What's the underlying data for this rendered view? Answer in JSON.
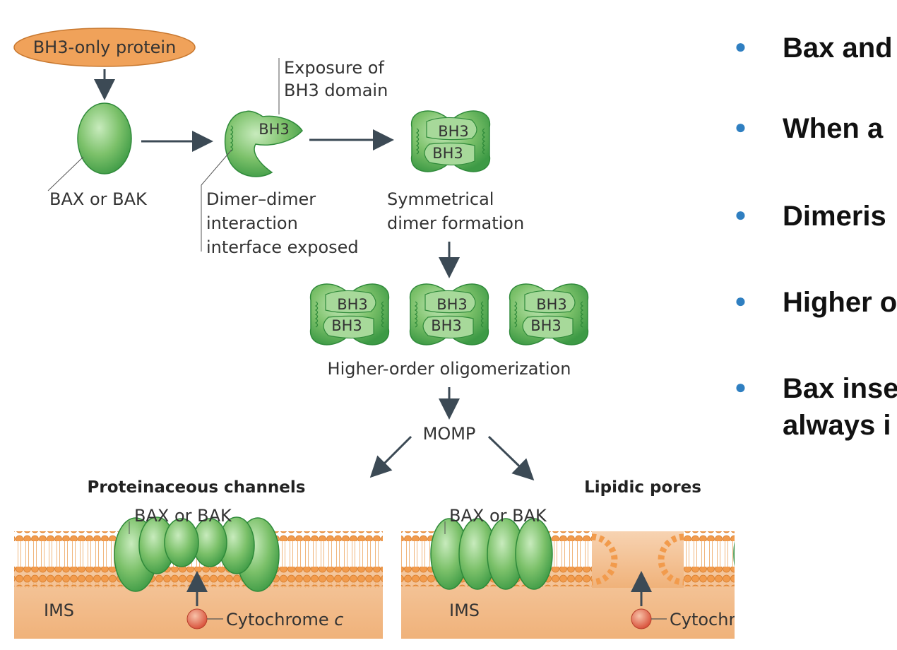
{
  "diagram": {
    "bh3_only_protein": "BH3-only protein",
    "bax_or_bak": "BAX or BAK",
    "exposure_line1": "Exposure of",
    "exposure_line2": "BH3 domain",
    "bh3": "BH3",
    "dimer_interface_line1": "Dimer–dimer",
    "dimer_interface_line2": "interaction",
    "dimer_interface_line3": "interface exposed",
    "symmetrical_line1": "Symmetrical",
    "symmetrical_line2": "dimer formation",
    "higher_order": "Higher-order oligomerization",
    "momp": "MOMP",
    "proteinaceous_channels": "Proteinaceous channels",
    "lipidic_pores": "Lipidic pores",
    "ims": "IMS",
    "cytochrome": "Cytochrome ",
    "cytochrome_c": "c"
  },
  "bullets": [
    "Bax and",
    "When a",
    "Dimeris",
    "Higher o",
    "Bax inse\nalways i"
  ],
  "colors": {
    "protein_green": "#7cc16a",
    "protein_outline": "#2f8a3a",
    "bh3_only_orange": "#f0a25a",
    "membrane_orange": "#f0b27a",
    "arrow": "#3c4a55",
    "bullet_blue": "#2f7fc1"
  }
}
